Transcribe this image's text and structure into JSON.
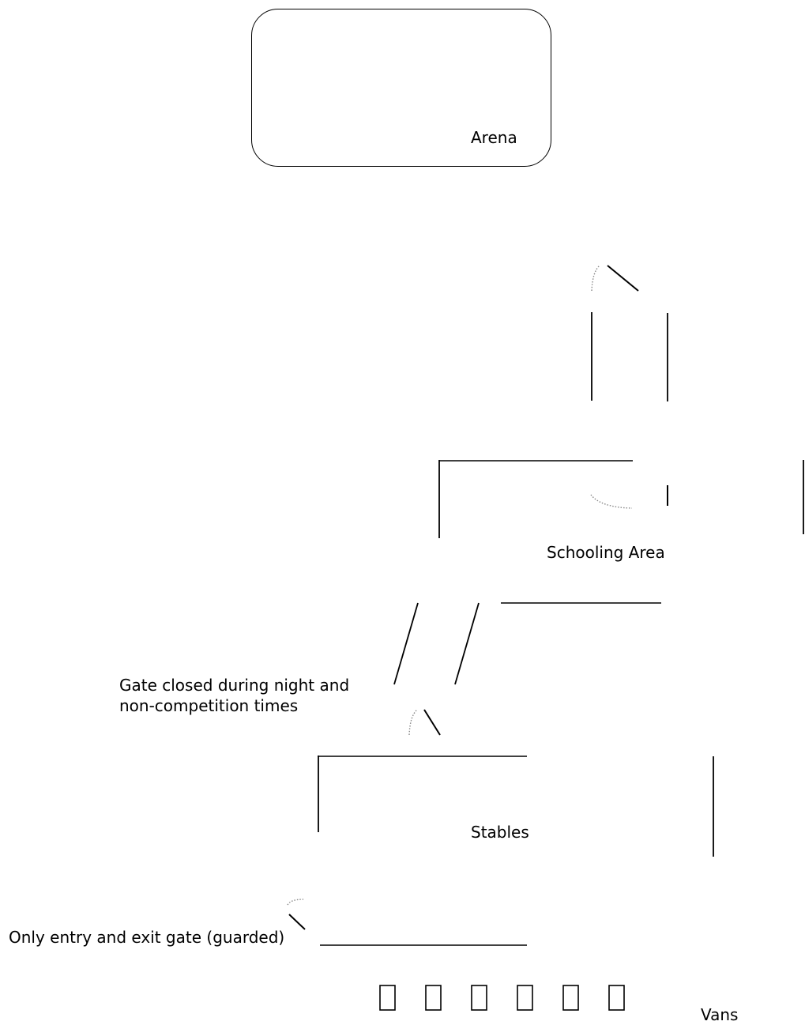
{
  "labels": {
    "arena": "Arena",
    "schooling_area": "Schooling Area",
    "night_gate_line1": "Gate closed during night and",
    "night_gate_line2": "non-competition times",
    "stables": "Stables",
    "entry_gate": "Only entry and exit gate (guarded)",
    "vans": "Vans"
  },
  "van_count": 6,
  "colors": {
    "line": "#000000",
    "gate_swing": "#888888"
  }
}
